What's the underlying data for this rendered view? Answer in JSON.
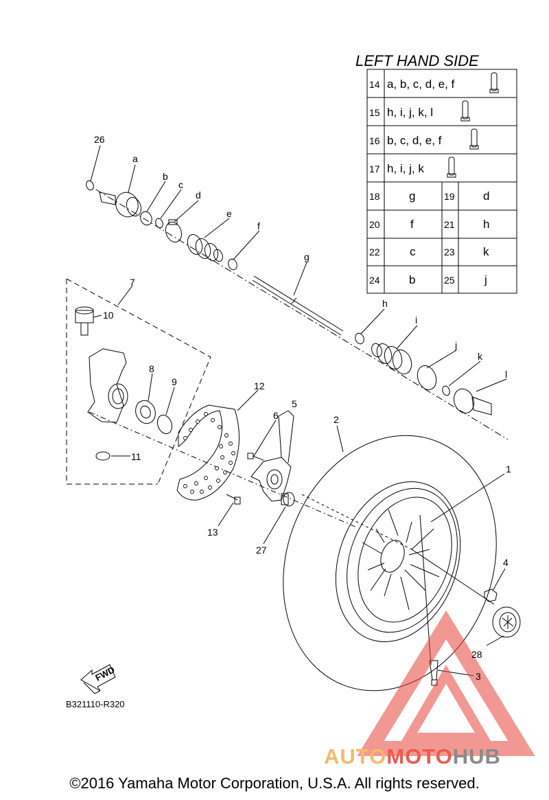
{
  "diagram_title": "LEFT HAND SIDE",
  "reference_code": "B321110-R320",
  "fwd_label": "FWD",
  "copyright": "©2016 Yamaha Motor Corporation, U.S.A. All rights reserved.",
  "watermark": {
    "part1": "AUTO",
    "part2": "MOTO",
    "part3": "HUB"
  },
  "table": {
    "wide_rows": [
      {
        "num": "14",
        "text": "a, b, c, d, e, f"
      },
      {
        "num": "15",
        "text": "h, i, j, k, l"
      },
      {
        "num": "16",
        "text": "b, c, d, e, f"
      },
      {
        "num": "17",
        "text": "h, i, j, k"
      }
    ],
    "pair_rows": [
      {
        "num1": "18",
        "val1": "g",
        "num2": "19",
        "val2": "d"
      },
      {
        "num1": "20",
        "val1": "f",
        "num2": "21",
        "val2": "h"
      },
      {
        "num1": "22",
        "val1": "c",
        "num2": "23",
        "val2": "k"
      },
      {
        "num1": "24",
        "val1": "b",
        "num2": "25",
        "val2": "j"
      }
    ]
  },
  "callouts": {
    "n26": "26",
    "a": "a",
    "b": "b",
    "c": "c",
    "d": "d",
    "e": "e",
    "f": "f",
    "g": "g",
    "h": "h",
    "i": "i",
    "j": "j",
    "k": "k",
    "l": "l",
    "n7": "7",
    "n10": "10",
    "n8": "8",
    "n9": "9",
    "n11": "11",
    "n12": "12",
    "n6": "6",
    "n5": "5",
    "n2": "2",
    "n1": "1",
    "n13": "13",
    "n27": "27",
    "n4": "4",
    "n28": "28",
    "n3": "3"
  }
}
